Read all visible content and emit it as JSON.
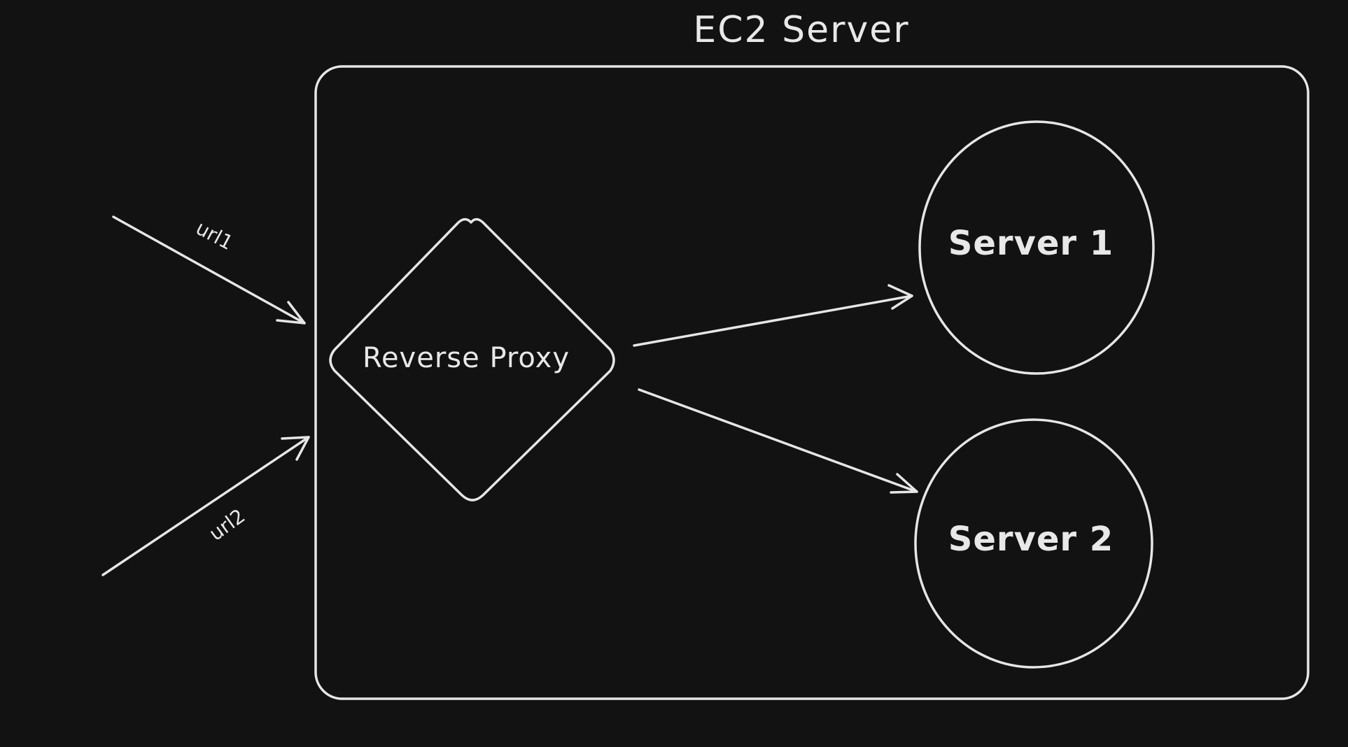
{
  "diagram": {
    "container": {
      "title": "EC2 Server"
    },
    "nodes": {
      "proxy": {
        "label": "Reverse Proxy",
        "shape": "diamond"
      },
      "server1": {
        "label": "Server 1",
        "shape": "circle"
      },
      "server2": {
        "label": "Server 2",
        "shape": "circle"
      }
    },
    "edges": {
      "in1": {
        "label": "url1",
        "to": "Reverse Proxy"
      },
      "in2": {
        "label": "url2",
        "to": "Reverse Proxy"
      },
      "out1": {
        "from": "Reverse Proxy",
        "to": "Server 1"
      },
      "out2": {
        "from": "Reverse Proxy",
        "to": "Server 2"
      }
    }
  },
  "colors": {
    "background": "#121212",
    "stroke": "#e6e6e6"
  }
}
